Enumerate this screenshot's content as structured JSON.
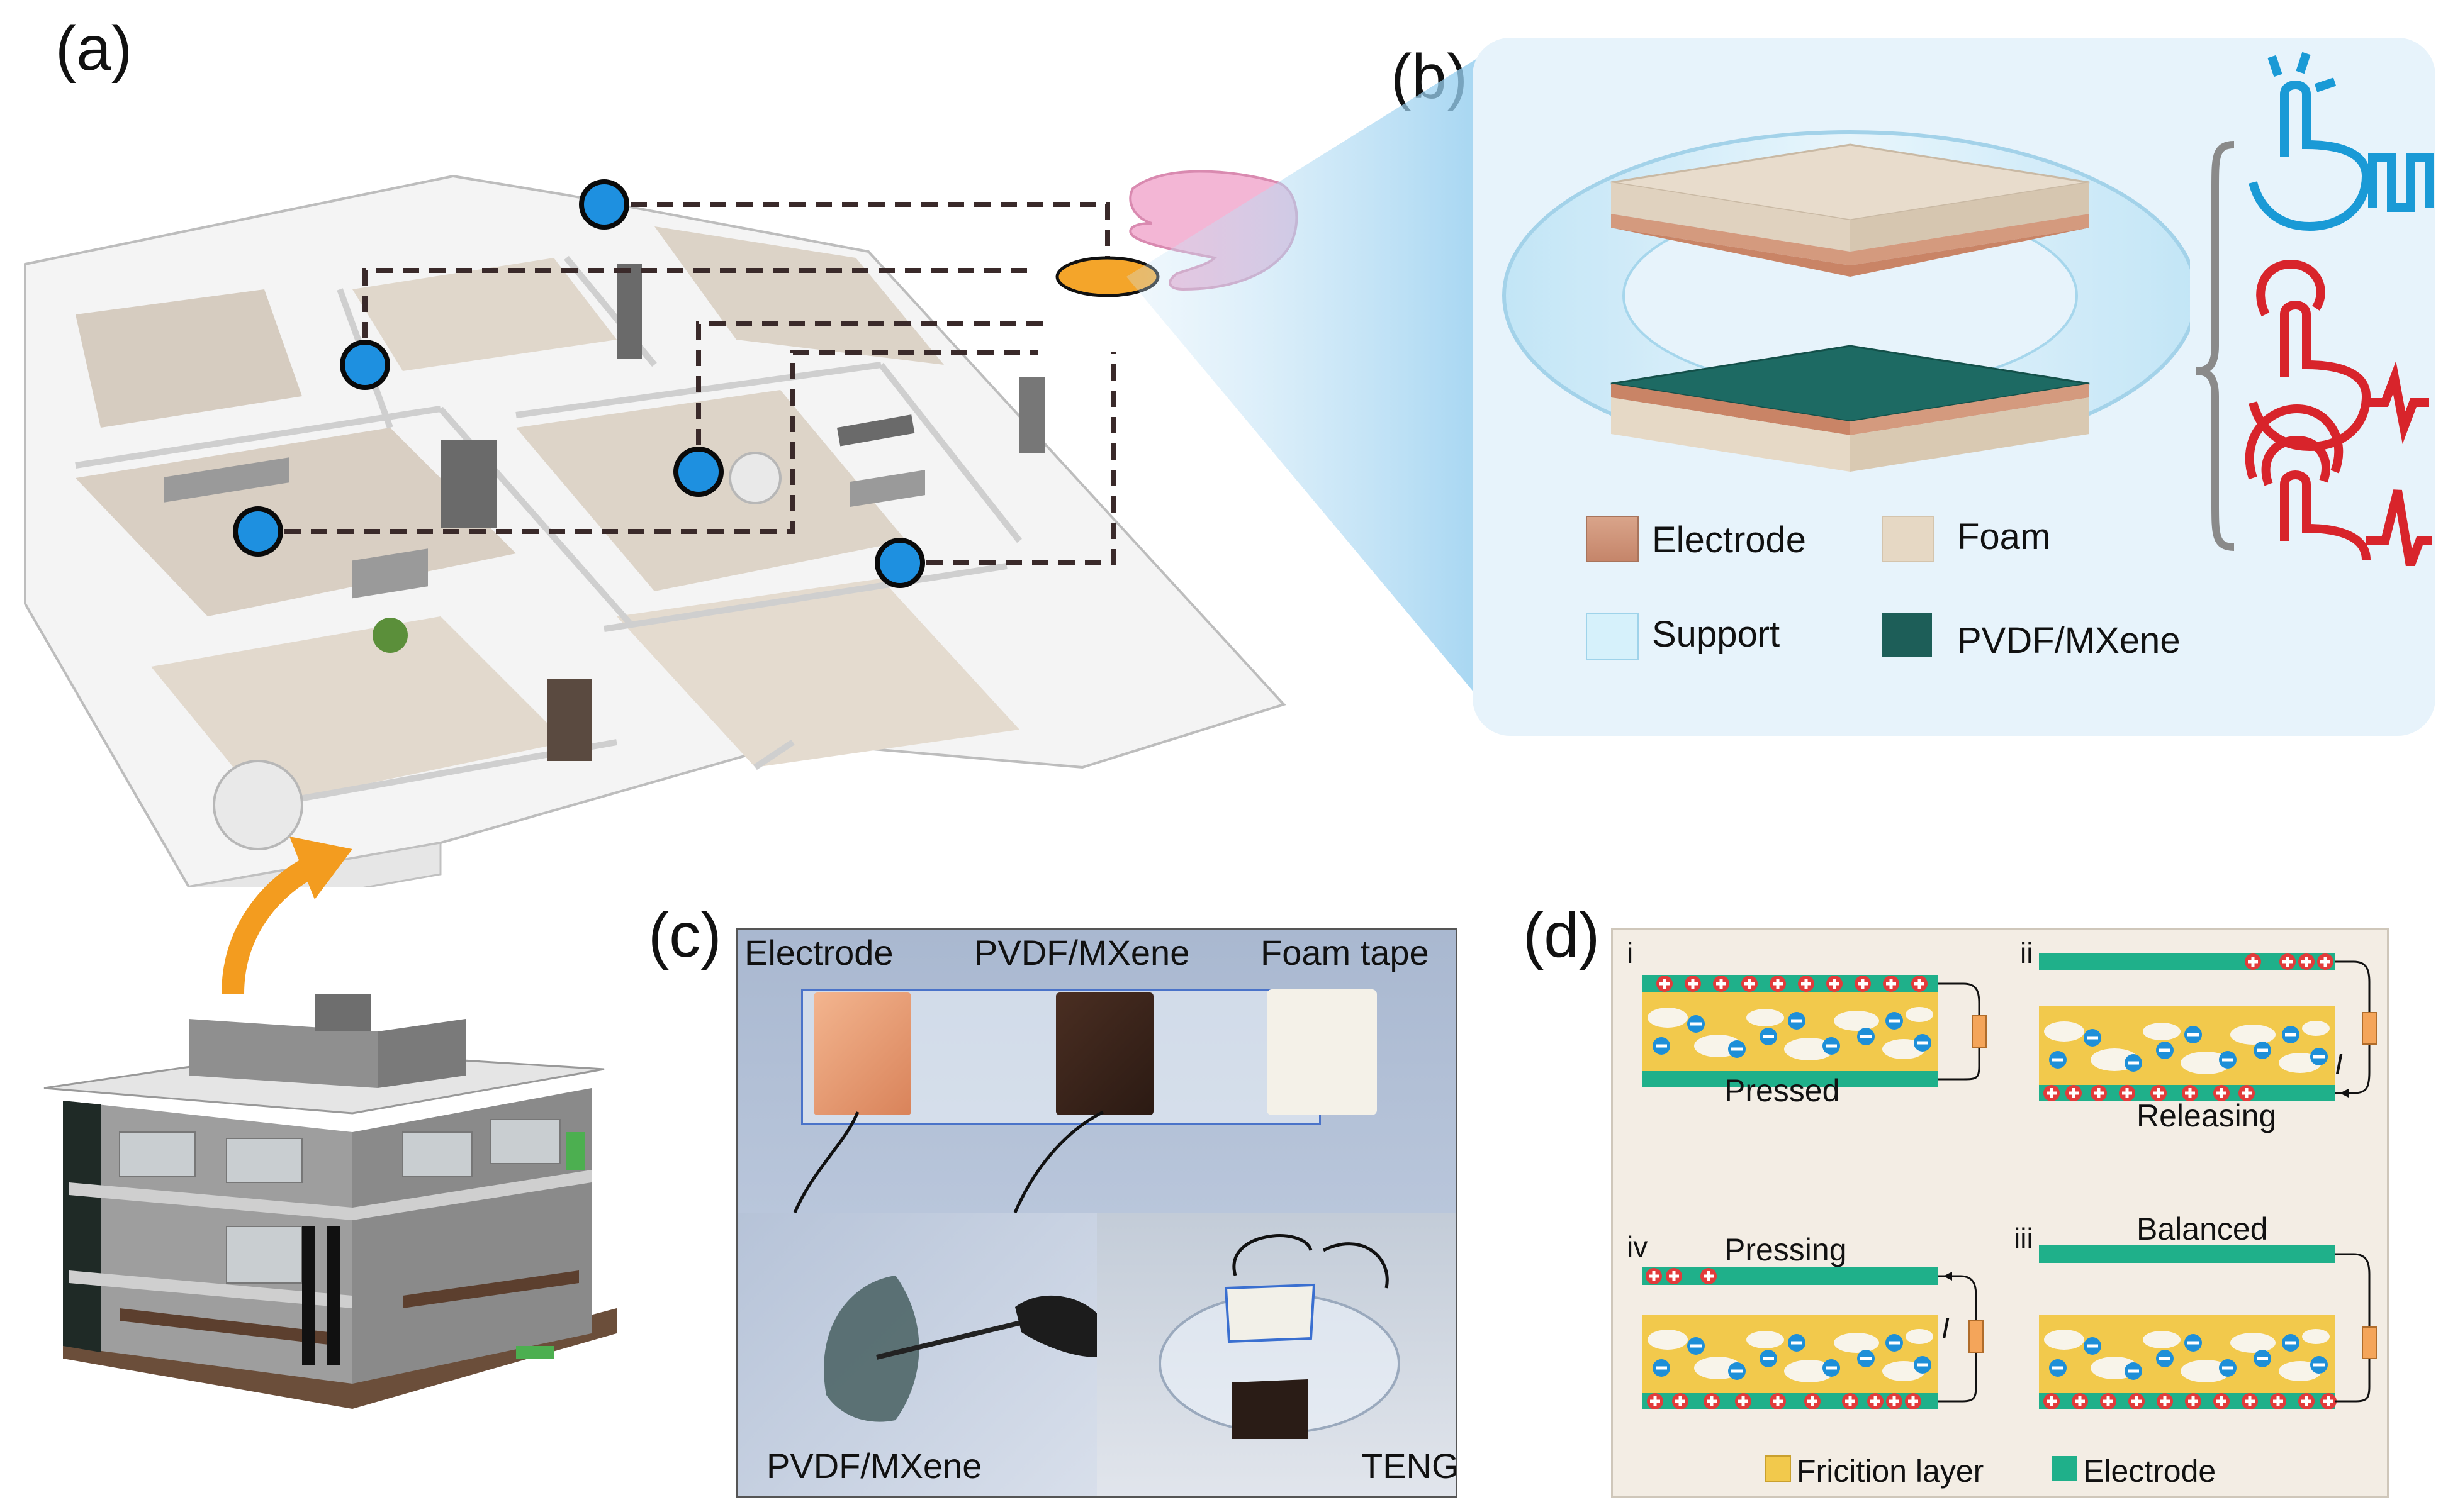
{
  "panels": {
    "a": "(a)",
    "b": "(b)",
    "c": "(c)",
    "d": "(d)"
  },
  "legend_b": {
    "electrode": "Electrode",
    "foam": "Foam",
    "support": "Support",
    "pvdf": "PVDF/MXene"
  },
  "photo_c": {
    "electrode": "Electrode",
    "pvdf_top": "PVDF/MXene",
    "foam_tape": "Foam tape",
    "pvdf_bottom": "PVDF/MXene",
    "teng": "TENG"
  },
  "diagram_d": {
    "i": "i",
    "ii": "ii",
    "iii": "iii",
    "iv": "iv",
    "pressed": "Pressed",
    "releasing": "Releasing",
    "balanced": "Balanced",
    "pressing": "Pressing",
    "current": "I",
    "legend_friction": "Fricition layer",
    "legend_electrode": "Electrode"
  },
  "colors": {
    "node_blue": "#1e90e0",
    "electrode_green": "#1fb08a",
    "friction_yellow": "#f2c94c",
    "touch_blue": "#1a9ad6",
    "touch_red": "#d8242b",
    "trigger_orange": "#f4a52a"
  }
}
